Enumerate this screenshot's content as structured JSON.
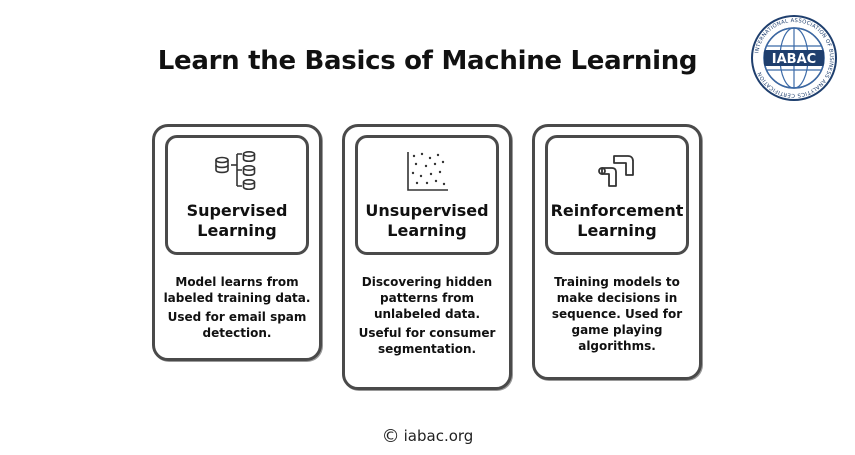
{
  "title": "Learn the Basics of Machine Learning",
  "logo": {
    "text": "IABAC",
    "ring_text": "INTERNATIONAL ASSOCIATION OF BUSINESS ANALYTICS CERTIFICATION",
    "colors": {
      "primary": "#1f3f6e",
      "accent": "#3b6aa8"
    }
  },
  "cards": [
    {
      "icon": "database-hierarchy-icon",
      "title_line1": "Supervised",
      "title_line2": "Learning",
      "desc": [
        "Model learns from labeled training data.",
        "Used for email spam detection."
      ]
    },
    {
      "icon": "scatter-plot-icon",
      "title_line1": "Unsupervised",
      "title_line2": "Learning",
      "desc": [
        "Discovering hidden patterns from unlabeled data.",
        "Useful for consumer segmentation."
      ]
    },
    {
      "icon": "reinforcement-path-icon",
      "title_line1": "Reinforcement",
      "title_line2": "Learning",
      "desc": [
        "Training models to make decisions in sequence. Used for game playing algorithms."
      ]
    }
  ],
  "footer": {
    "symbol": "©",
    "text": "iabac.org"
  }
}
